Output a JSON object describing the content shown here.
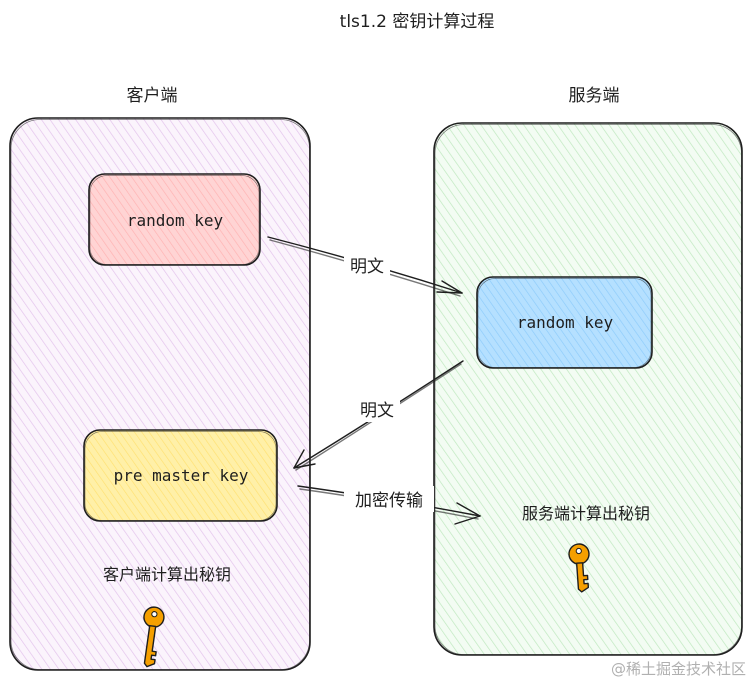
{
  "title": "tls1.2 密钥计算过程",
  "client": {
    "label": "客户端",
    "random_key": "random key",
    "pre_master_key": "pre master key",
    "compute_text": "客户端计算出秘钥"
  },
  "server": {
    "label": "服务端",
    "random_key": "random key",
    "compute_text": "服务端计算出秘钥"
  },
  "edges": {
    "client_to_server_label": "明文",
    "server_to_client_label": "明文",
    "encrypted_label": "加密传输"
  },
  "watermark": "@稀土掘金技术社区",
  "colors": {
    "client_panel": "#f3e4f7",
    "server_panel": "#e2f6e2",
    "client_random": "#ffc9c9",
    "server_random": "#a5d8ff",
    "pre_master": "#ffec99",
    "key_icon": "#f59f00",
    "stroke": "#1e1e1e"
  }
}
